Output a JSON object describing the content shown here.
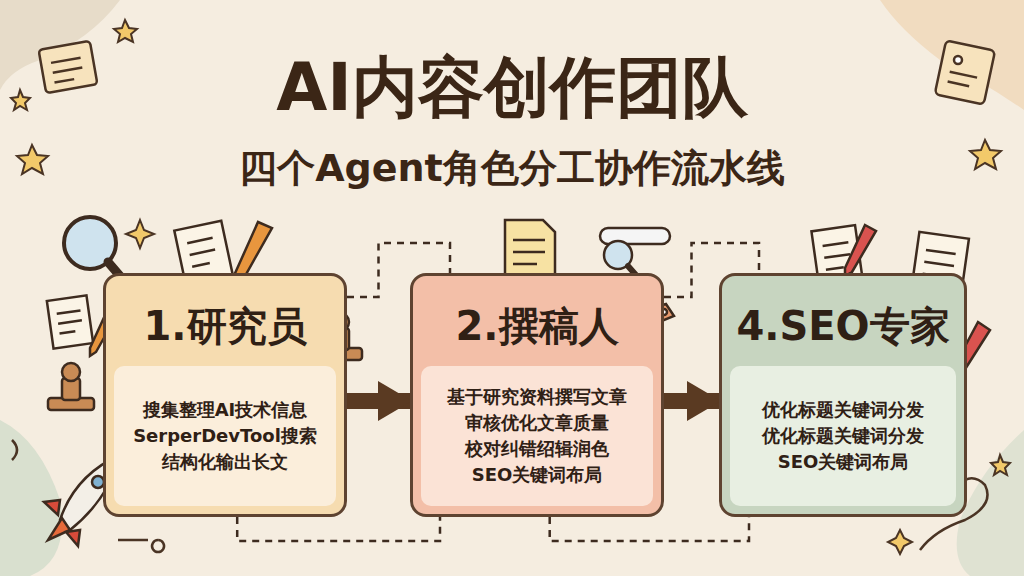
{
  "diagram": {
    "title": "AI内容创作团队",
    "nodes": [
      {
        "text": [
          "1.研究员",
          "搜集整理AI技术信息",
          "SerperDevTool搜索",
          "结构化输出长文"
        ]
      },
      {
        "text": [
          "2.撰稿人",
          "基于研究资料撰写文章",
          "审核优化文章质量",
          "校对纠错绍辑润色",
          "SEO关键词布局"
        ]
      },
      {
        "text": [
          "4.SEO专家",
          "优化标题关键词分发",
          "优化标题关键词分发",
          "SEO关键词布局"
        ]
      }
    ],
    "edges": [
      {
        "from": 0,
        "to": 1,
        "arrow": "to"
      },
      {
        "from": 1,
        "to": 2,
        "arrow": "to"
      },
      {
        "from": 0,
        "to": 1,
        "arrow": "none"
      },
      {
        "from": 0,
        "to": 1,
        "arrow": "none"
      },
      {
        "from": 1,
        "to": 2,
        "arrow": "none"
      },
      {
        "from": 1,
        "to": 2,
        "arrow": "none"
      }
    ],
    "labels": [
      "四个Agent角色分工协作流水线"
    ]
  }
}
